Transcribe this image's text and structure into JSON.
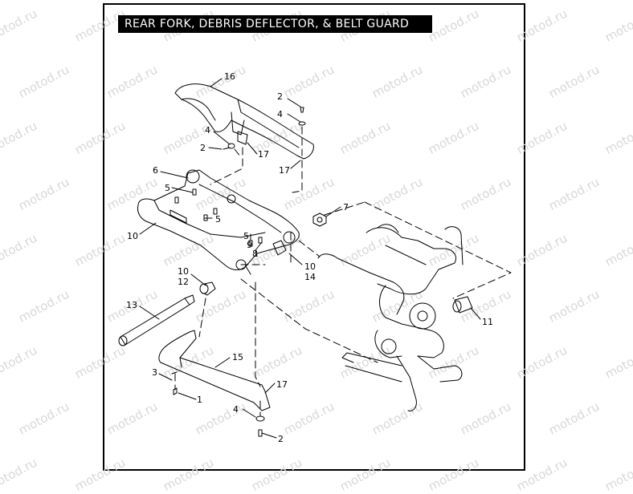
{
  "title": "REAR FORK, DEBRIS DEFLECTOR, & BELT GUARD",
  "watermark": "motod.ru",
  "callouts": {
    "c16": "16",
    "c2a": "2",
    "c4a": "4",
    "c4b": "4",
    "c2b": "2",
    "c17a": "17",
    "c17b": "17",
    "c6": "6",
    "c5a": "5",
    "c5b": "5",
    "c7": "7",
    "c10a": "10",
    "c5c": "5",
    "c9": "9",
    "c8": "8",
    "c10b": "10",
    "c14": "14",
    "c10c": "10",
    "c12": "12",
    "c13": "13",
    "c11": "11",
    "c15": "15",
    "c3": "3",
    "c1": "1",
    "c17c": "17",
    "c4c": "4",
    "c2c": "2"
  },
  "colors": {
    "frame": "#000000",
    "ink": "#000000",
    "watermark": "#d8d8d8"
  }
}
